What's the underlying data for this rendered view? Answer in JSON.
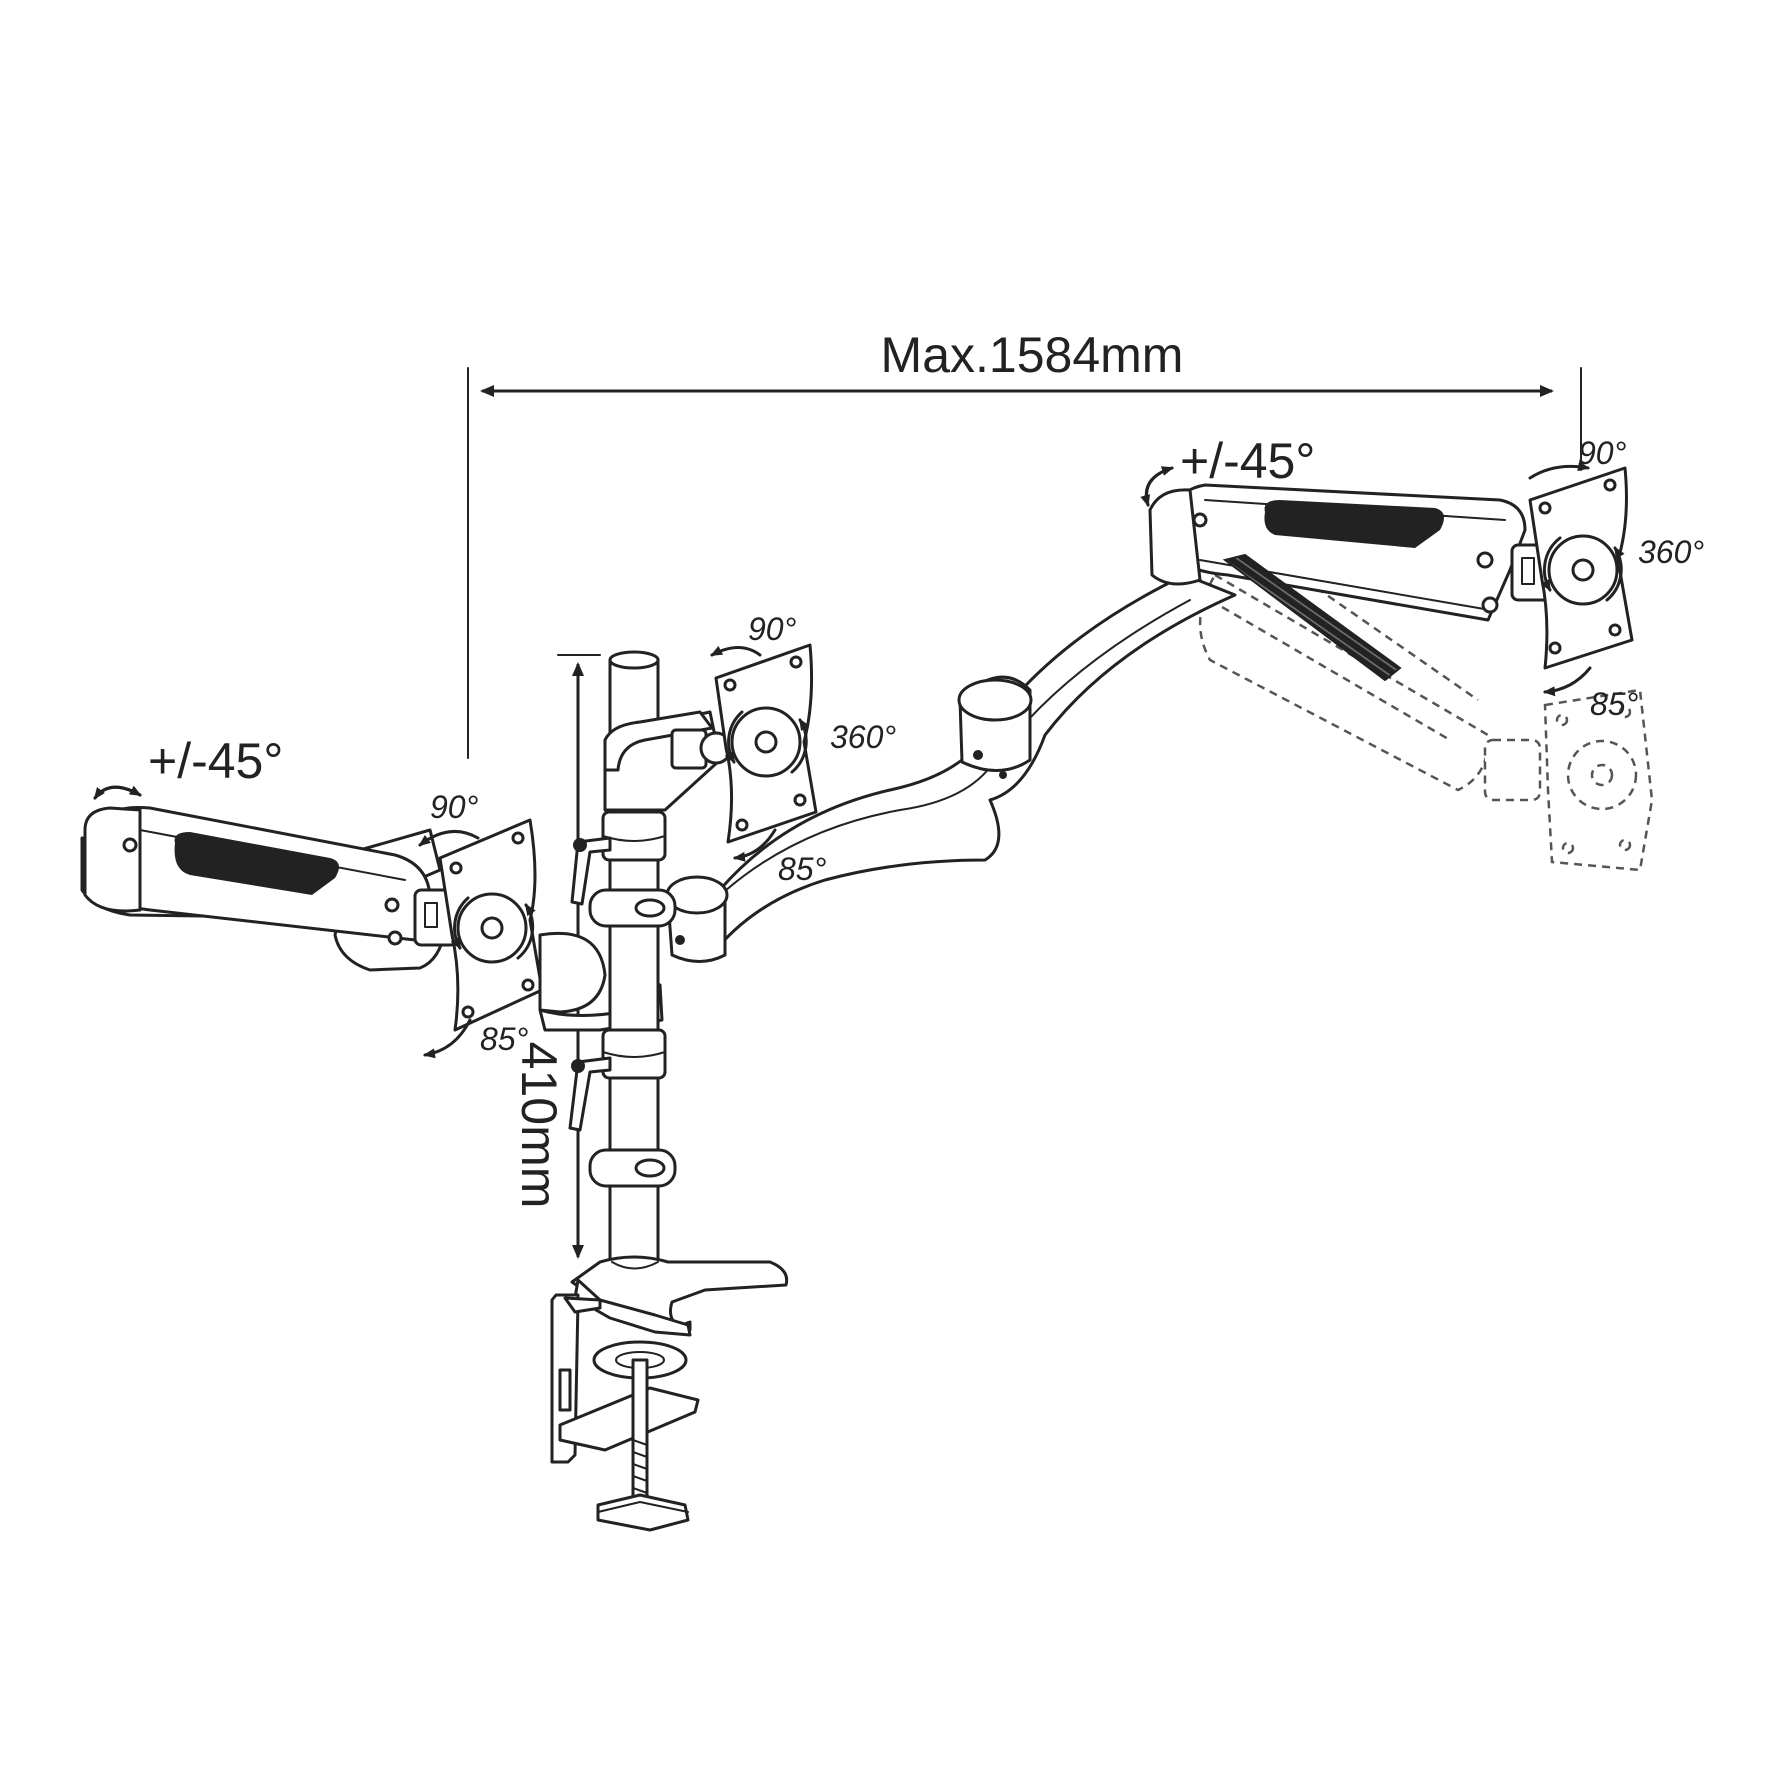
{
  "labels": {
    "max_width": "Max.1584mm",
    "height": "410mm",
    "swivel_left": "+/-45°",
    "swivel_right": "+/-45°",
    "tilt_left_top": "90°",
    "tilt_left_bottom": "85°",
    "tilt_center_top": "90°",
    "rotate_center": "360°",
    "tilt_center_bottom": "85°",
    "tilt_right_top": "90°",
    "rotate_right": "360°",
    "tilt_right_bottom": "85°"
  }
}
